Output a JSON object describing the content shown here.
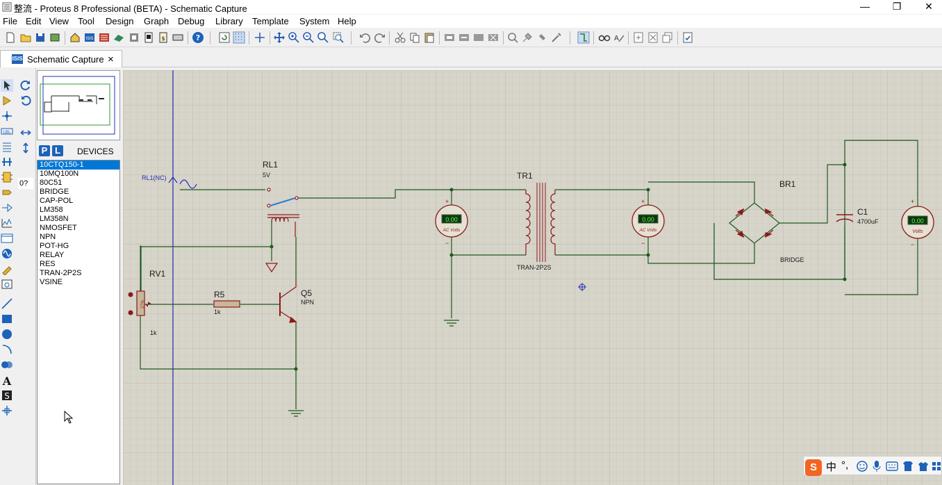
{
  "window": {
    "title": "整流 - Proteus 8 Professional (BETA) - Schematic Capture",
    "minimize": "—",
    "maximize": "❐",
    "close": "✕"
  },
  "menu": [
    "File",
    "Edit",
    "View",
    "Tool",
    "Design",
    "Graph",
    "Debug",
    "Library",
    "Template",
    "System",
    "Help"
  ],
  "tab": {
    "label": "Schematic Capture",
    "close": "×",
    "icon_text": "ISIS"
  },
  "rotation_value": "0?",
  "devices": {
    "title": "DEVICES",
    "p_button": "P",
    "l_button": "L",
    "items": [
      "10CTQ150-1",
      "10MQ100N",
      "80C51",
      "BRIDGE",
      "CAP-POL",
      "LM358",
      "LM358N",
      "NMOSFET",
      "NPN",
      "POT-HG",
      "RELAY",
      "RES",
      "TRAN-2P2S",
      "VSINE"
    ],
    "selected": "10CTQ150-1"
  },
  "schematic": {
    "rl1_ref": "RL1",
    "rl1_val": "5V",
    "rl1_nc": "RL1(NC)",
    "rv1_ref": "RV1",
    "rv1_val": "1k",
    "rv1_pct": "27%",
    "r5_ref": "R5",
    "r5_val": "1k",
    "q5_ref": "Q5",
    "q5_val": "NPN",
    "tr1_ref": "TR1",
    "tr1_val": "TRAN-2P2S",
    "br1_ref": "BR1",
    "br1_val": "BRIDGE",
    "c1_ref": "C1",
    "c1_val": "4700uF",
    "meter1_reading": "0.00",
    "meter1_label": "AC Volts",
    "meter2_reading": "0.00",
    "meter2_label": "AC Volts",
    "meter3_reading": "0.00",
    "meter3_label": "Volts",
    "plus": "+",
    "minus": "−"
  },
  "ime": {
    "logo": "S",
    "lang": "中",
    "punct": "°,"
  },
  "colors": {
    "canvas_bg": "#d7d4ca",
    "grid": "#c3c0b5",
    "wire": "#1c5a1c",
    "component": "#8b1a1a",
    "text": "#1a1a1a",
    "sheet_edge": "#2030b0",
    "meter_display": "#0a3a0a",
    "meter_digits": "#66ff55"
  }
}
